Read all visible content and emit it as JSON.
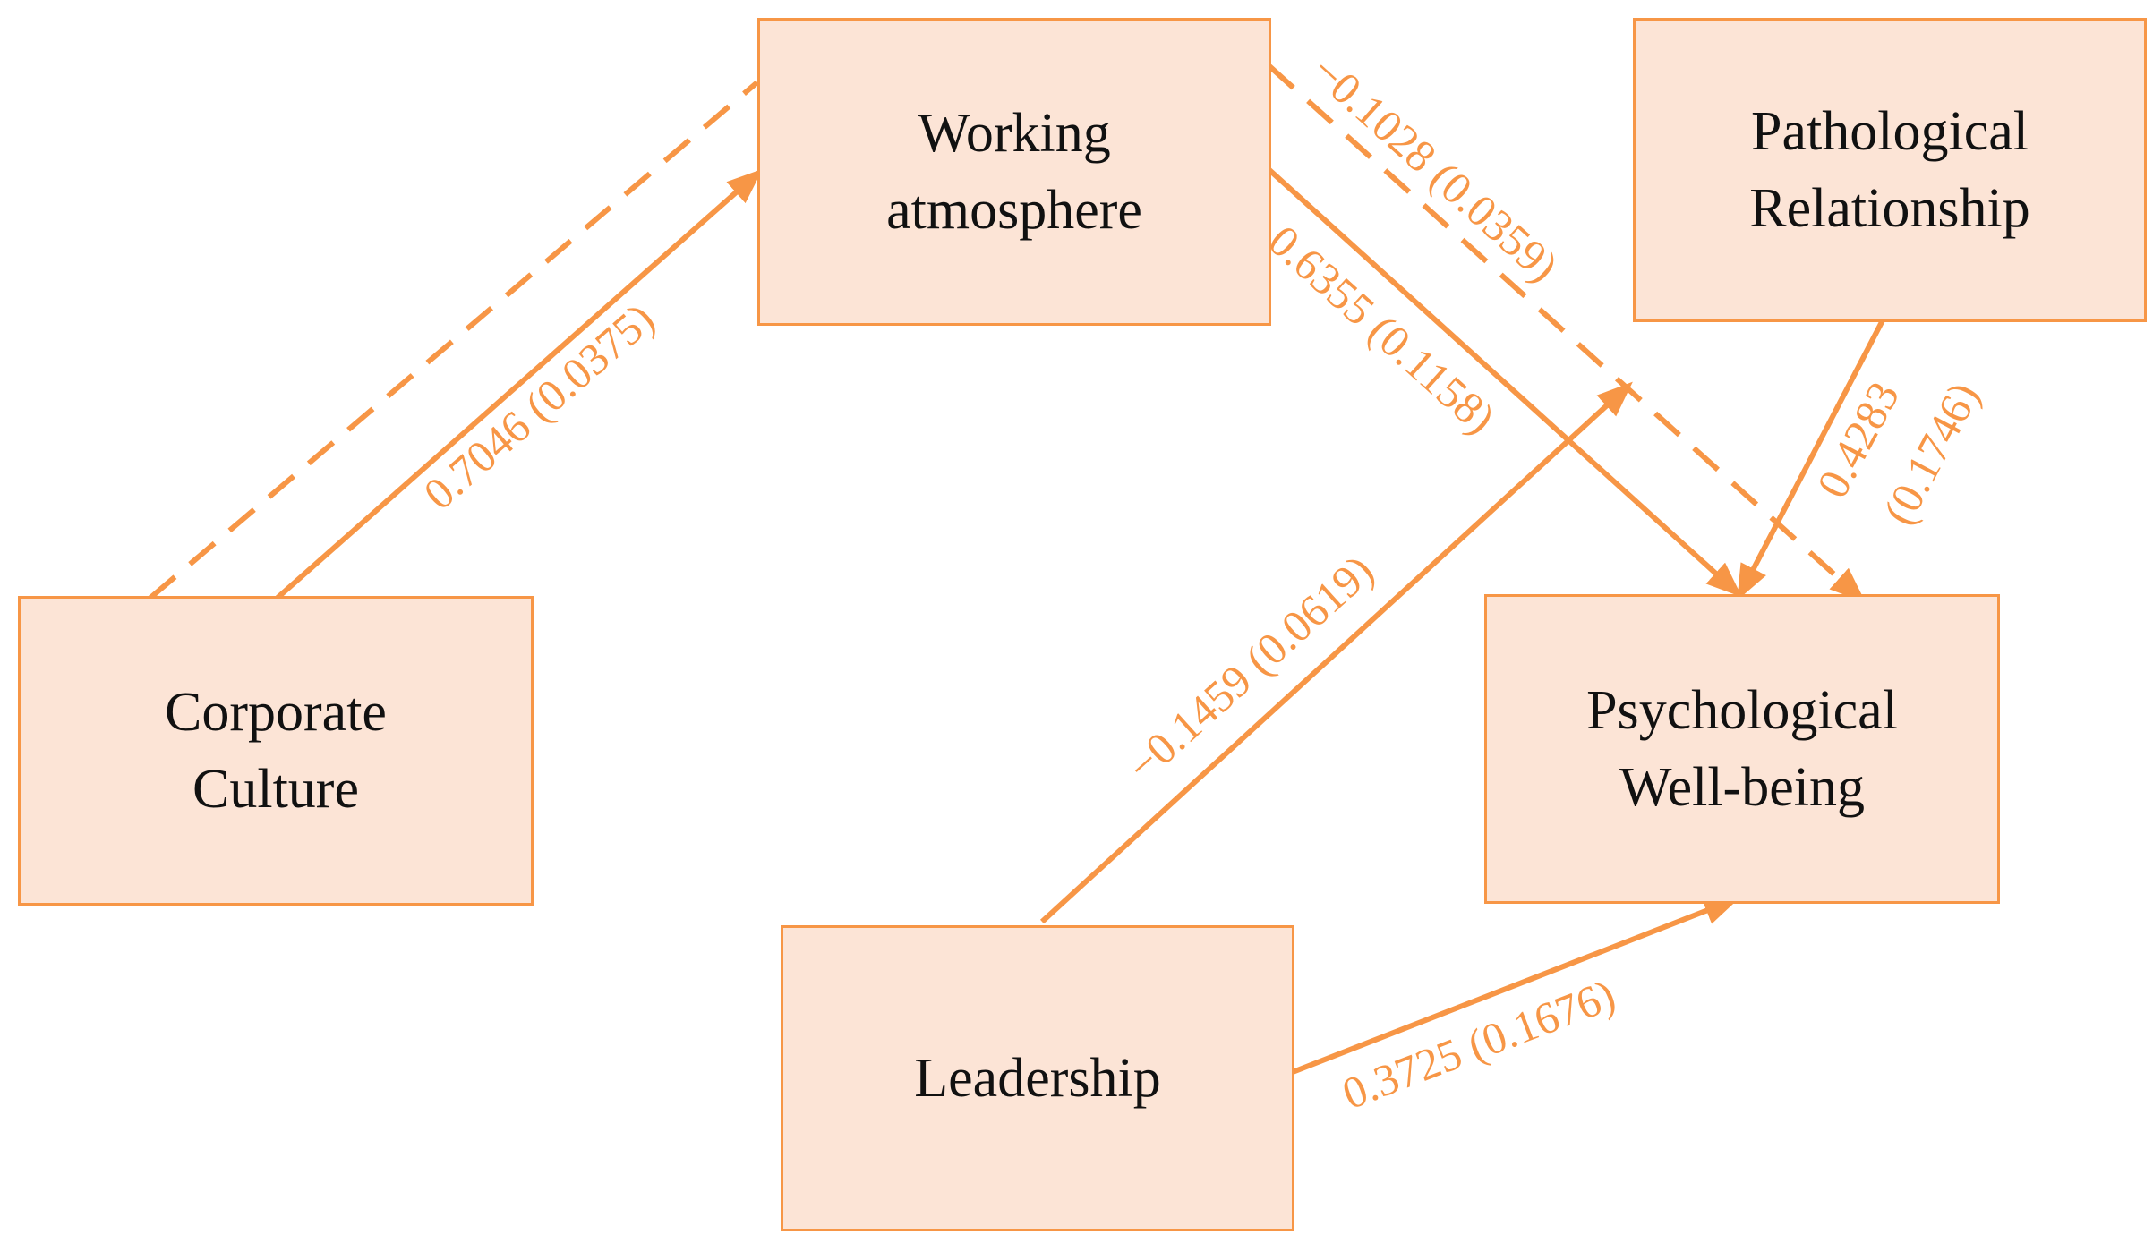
{
  "diagram": {
    "accent_color": "#f79646",
    "node_fill": "#fce4d6",
    "nodes": {
      "corporate_culture": {
        "label": "Corporate\nCulture"
      },
      "working_atmosphere": {
        "label": "Working\natmosphere"
      },
      "pathological_relationship": {
        "label": "Pathological\nRelationship"
      },
      "psychological_wellbeing": {
        "label": "Psychological\nWell-being"
      },
      "leadership": {
        "label": "Leadership"
      }
    },
    "edges": {
      "culture_to_atmosphere": {
        "label": "0.7046 (0.0375)"
      },
      "culture_dashed_path": {
        "label": ""
      },
      "atmosphere_dashed_to_wellbeing": {
        "label": "−0.1028 (0.0359)"
      },
      "atmosphere_to_wellbeing": {
        "label": "0.6355 (0.1158)"
      },
      "pathological_to_wellbeing": {
        "label_line1": "0.4283",
        "label_line2": "(0.1746)"
      },
      "leadership_moderation": {
        "label": "−0.1459 (0.0619)"
      },
      "leadership_to_wellbeing": {
        "label": "0.3725 (0.1676)"
      }
    }
  }
}
